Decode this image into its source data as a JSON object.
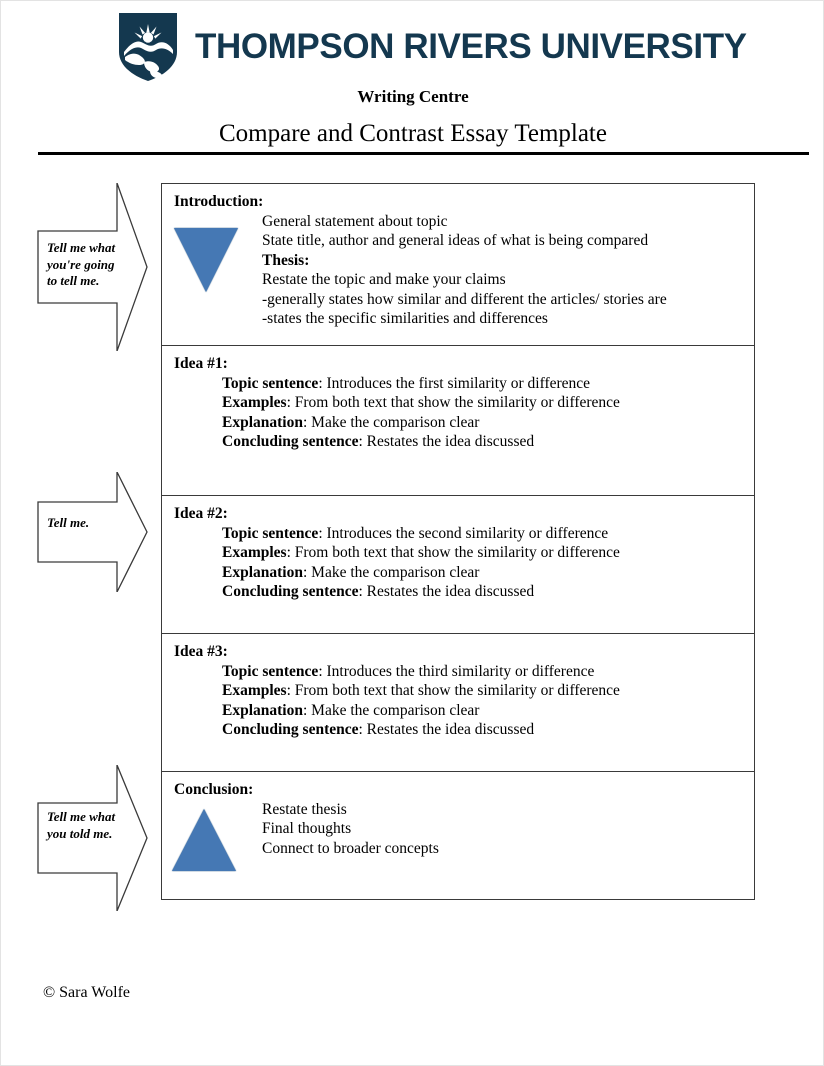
{
  "header": {
    "logo_icon": "tru-shield-logo-icon",
    "wordmark": "THOMPSON RIVERS UNIVERSITY",
    "brand_color": "#14384f",
    "sub_title": "Writing Centre",
    "doc_title": "Compare and Contrast Essay Template"
  },
  "accent_color": "#4578b4",
  "callouts": [
    {
      "text": "Tell me what you're going to tell me."
    },
    {
      "text": "Tell me."
    },
    {
      "text": "Tell me what you told me."
    }
  ],
  "sections": [
    {
      "id": "introduction",
      "heading": "Introduction:",
      "shape_icon": "triangle-down-icon",
      "lines": [
        {
          "label": "",
          "text": "General statement about topic"
        },
        {
          "label": "",
          "text": "State title, author and general ideas of what is being compared"
        },
        {
          "label": "Thesis:",
          "text": ""
        },
        {
          "label": "",
          "text": "Restate the topic and make your claims"
        },
        {
          "label": "",
          "text": "-generally states how similar and different the articles/ stories are"
        },
        {
          "label": "",
          "text": "-states the specific similarities and differences"
        }
      ]
    },
    {
      "id": "idea-1",
      "heading": "Idea #1:",
      "shape_icon": "",
      "lines": [
        {
          "label": "Topic sentence",
          "text": ": Introduces the first similarity or difference"
        },
        {
          "label": "Examples",
          "text": ": From both text that show the similarity or difference"
        },
        {
          "label": "Explanation",
          "text": ": Make the comparison clear"
        },
        {
          "label": "Concluding sentence",
          "text": ": Restates the idea discussed"
        }
      ]
    },
    {
      "id": "idea-2",
      "heading": "Idea #2:",
      "shape_icon": "",
      "lines": [
        {
          "label": "Topic sentence",
          "text": ": Introduces the second similarity or difference"
        },
        {
          "label": "Examples",
          "text": ": From both text that show the similarity or difference"
        },
        {
          "label": "Explanation",
          "text": ": Make the comparison clear"
        },
        {
          "label": "Concluding sentence",
          "text": ": Restates the idea discussed"
        }
      ]
    },
    {
      "id": "idea-3",
      "heading": "Idea #3:",
      "shape_icon": "",
      "lines": [
        {
          "label": "Topic sentence",
          "text": ": Introduces the third similarity or difference"
        },
        {
          "label": "Examples",
          "text": ": From both text that show the similarity or difference"
        },
        {
          "label": "Explanation",
          "text": ": Make the comparison clear"
        },
        {
          "label": "Concluding sentence",
          "text": ": Restates the idea discussed"
        }
      ]
    },
    {
      "id": "conclusion",
      "heading": "Conclusion:",
      "shape_icon": "triangle-up-icon",
      "lines": [
        {
          "label": "",
          "text": "Restate thesis"
        },
        {
          "label": "",
          "text": "Final thoughts"
        },
        {
          "label": "",
          "text": "Connect to broader concepts"
        }
      ]
    }
  ],
  "footer": {
    "copyright": "© Sara Wolfe"
  }
}
